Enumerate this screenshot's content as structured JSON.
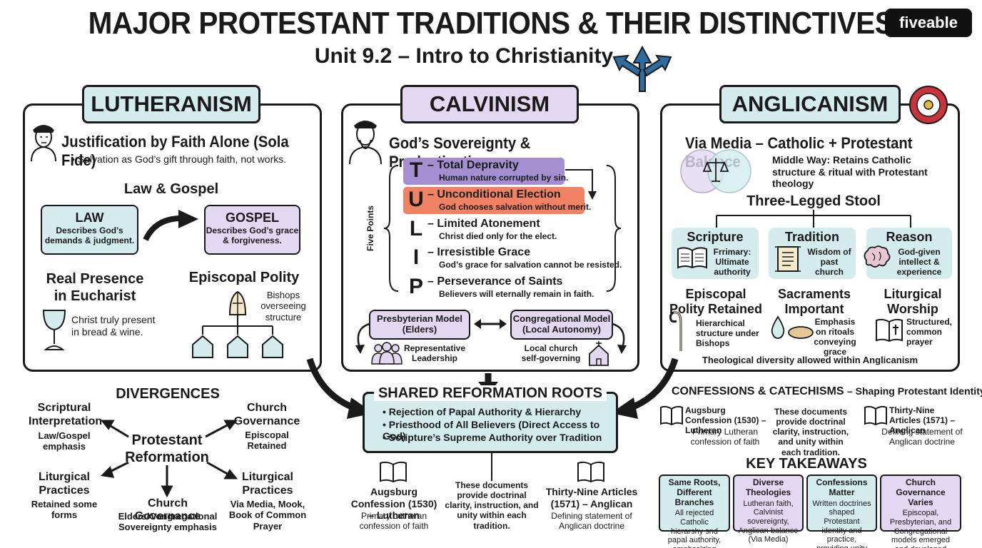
{
  "header": {
    "title": "MAJOR PROTESTANT TRADITIONS & THEIR DISTINCTIVES",
    "subtitle": "Unit 9.2 – Intro to Christianity",
    "logo": "fiveable"
  },
  "colors": {
    "teal": "#d5eced",
    "lavender": "#e2d8f1",
    "purple": "#a48fd0",
    "salmon": "#f08163",
    "arrow": "#2d6e9e"
  },
  "lutheranism": {
    "tag": "LUTHERANISM",
    "justification_title": "Justification by Faith Alone (Sola Fide)",
    "justification_text": "• Salvation as God’s gift through faith, not works.",
    "law_gospel_title": "Law & Gospel",
    "law": {
      "title": "LAW",
      "text": "Describes God’s demands & judgment."
    },
    "gospel": {
      "title": "GOSPEL",
      "text": "Describes God’s grace & forgiveness."
    },
    "real_presence_title": "Real Presence in Eucharist",
    "real_presence_text": "Christ truly present in bread & wine.",
    "polity_title": "Episcopal Polity",
    "polity_text": "Bishops overseeing structure"
  },
  "calvinism": {
    "tag": "CALVINISM",
    "sovereignty_title": "God’s Sovereignty & Predestination",
    "five_points_label": "Five Points",
    "tulip": [
      {
        "letter": "T",
        "title": "– Total Depravity",
        "text": "Human nature corrupted by sin."
      },
      {
        "letter": "U",
        "title": "– Unconditional Election",
        "text": "God chooses salvation without merit."
      },
      {
        "letter": "L",
        "title": "– Limited Atonement",
        "text": "Christ died only for the elect."
      },
      {
        "letter": "I",
        "title": "– Irresistible Grace",
        "text": "God’s grace for salvation cannot be resisted."
      },
      {
        "letter": "P",
        "title": "– Perseverance of Saints",
        "text": "Believers will eternally remain in faith."
      }
    ],
    "presbyterian": "Presbyterian Model (Elders)",
    "presbyterian_text": "Representative Leadership",
    "congregational": "Congregational Model (Local Autonomy)",
    "congregational_text": "Local church self-governing"
  },
  "anglicanism": {
    "tag": "ANGLICANISM",
    "via_media_title": "Via Media – Catholic + Protestant Balance",
    "via_media_text": "Middle Way: Retains Catholic structure & ritual with Protestant theology",
    "stool_title": "Three-Legged Stool",
    "legs": [
      {
        "title": "Scripture",
        "text": "Frrimary: Ultimate authority"
      },
      {
        "title": "Tradition",
        "text": "Wisdom of past church"
      },
      {
        "title": "Reason",
        "text": "God-given intellect & experience"
      }
    ],
    "features": [
      {
        "title": "Episcopal Polity Retained",
        "text": "Hierarchical structure under Bishops"
      },
      {
        "title": "Sacraments Important",
        "text": "Emphasis on ritoals conveying grace"
      },
      {
        "title": "Liturgical Worship",
        "text": "Structured, common prayer"
      }
    ],
    "diversity_note": "Theological diversity allowed within Anglicanism"
  },
  "divergences": {
    "title": "DIVERGENCES",
    "center": "Protestant Reformation",
    "items": [
      {
        "title": "Scriptural Interpretation",
        "text": "Law/Gospel emphasis"
      },
      {
        "title": "Church Governance",
        "text": "Episcopal Retained"
      },
      {
        "title": "Liturgical Practices",
        "text": "Retained some forms"
      },
      {
        "title": "Church Governance",
        "text": "Elders/Congregational Sovereignty emphasis"
      },
      {
        "title": "Liturgical Practices",
        "text": "Via Media, Mook, Book of Common Prayer"
      }
    ]
  },
  "shared_roots": {
    "title": "SHARED REFORMATION ROOTS",
    "points": [
      "• Rejection of Papal Authority & Hierarchy",
      "• Priesthood of All Believers (Direct Access to God)",
      "• Scripture’s Supreme Authority over Tradition"
    ],
    "augsburg_title": "Augsburg Confession (1530) – Lutheran",
    "augsburg_text": "Primary Lutheran confession of faith",
    "middle_text": "These documents provide doctrinal clarity, instruction, and unity within each tradition.",
    "articles_title": "Thirty-Nine Articles (1571) – Anglican",
    "articles_text": "Defining statement of Anglican doctrine"
  },
  "confessions": {
    "title": "CONFESSIONS & CATECHISMS",
    "subtitle": "– Shaping Protestant Identity",
    "augsburg_title": "Augsburg Confession (1530) – Lutheran",
    "augsburg_text": "Primary Lutheran confession of faith",
    "middle_text": "These documents provide doctrinal clarity, instruction, and unity within each tradition.",
    "articles_title": "Thirty-Nine Articles (1571) – Anglican",
    "articles_text": "Defining statement of Anglican doctrine"
  },
  "takeaways": {
    "title": "KEY TAKEAWAYS",
    "items": [
      {
        "title": "Same Roots, Different Branches",
        "text": "All rejected Catholic hierarshy snd papal authority, emphssizing Scripturs"
      },
      {
        "title": "Diverse Theologies",
        "text": "Lutheran faith, Calvinist sovereignty, Anglican balance (Via Media)"
      },
      {
        "title": "Confessions Matter",
        "text": "Written doctrines shaped Protestant identity and practice, providing unity"
      },
      {
        "title": "Church Governance Varies",
        "text": "Episcopal, Presbyterian, and Congregational models emerged and developed"
      }
    ]
  }
}
